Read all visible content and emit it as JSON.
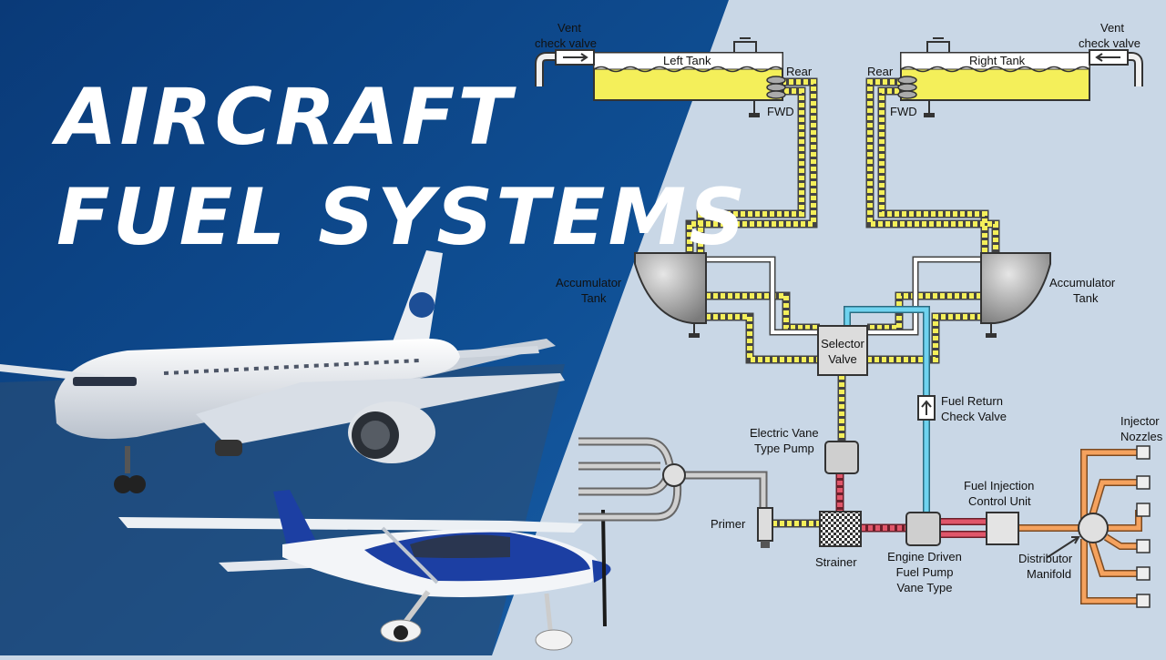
{
  "title": {
    "line1": "AIRCRAFT",
    "line2": "FUEL SYSTEMS"
  },
  "colors": {
    "fuel_yellow": "#f4ef5a",
    "fuel_return_cyan": "#6fd3ef",
    "pressurized_red": "#e0566a",
    "injector_orange": "#f5a25e",
    "background_dark": "#0d3f7a",
    "diagram_bg": "#c9d7e6",
    "aircraft_accent": "#1c3fa3"
  },
  "diagram": {
    "left_vent": {
      "line1": "Vent",
      "line2": "check valve"
    },
    "right_vent": {
      "line1": "Vent",
      "line2": "check valve"
    },
    "left_tank": "Left Tank",
    "right_tank": "Right Tank",
    "rear_left": "Rear",
    "rear_right": "Rear",
    "fwd_left": "FWD",
    "fwd_right": "FWD",
    "left_accumulator": {
      "line1": "Accumulator",
      "line2": "Tank"
    },
    "right_accumulator": {
      "line1": "Accumulator",
      "line2": "Tank"
    },
    "selector_valve": {
      "line1": "Selector",
      "line2": "Valve"
    },
    "fuel_return": {
      "line1": "Fuel Return",
      "line2": "Check Valve"
    },
    "electric_pump": {
      "line1": "Electric Vane",
      "line2": "Type Pump"
    },
    "primer": "Primer",
    "strainer": "Strainer",
    "engine_pump": {
      "line1": "Engine Driven",
      "line2": "Fuel Pump",
      "line3": "Vane Type"
    },
    "fuel_injection": {
      "line1": "Fuel Injection",
      "line2": "Control Unit"
    },
    "distributor": {
      "line1": "Distributor",
      "line2": "Manifold"
    },
    "injector": {
      "line1": "Injector",
      "line2": "Nozzles"
    }
  }
}
